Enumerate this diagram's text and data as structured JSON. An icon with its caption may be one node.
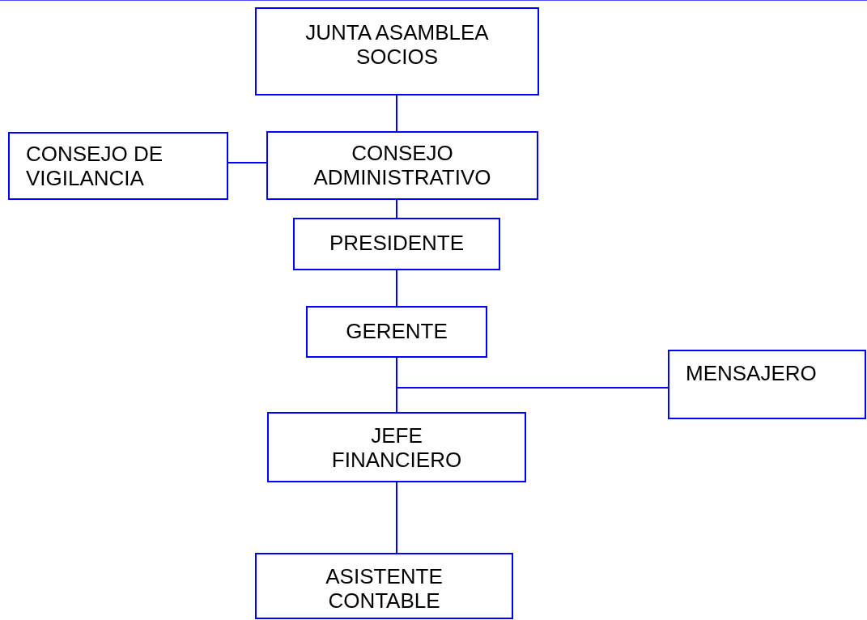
{
  "diagram": {
    "nodes": [
      {
        "text": [
          "JUNTA ASAMBLEA SOCIOS"
        ]
      },
      {
        "text": [
          "CONSEJO DE VIGILANCIA"
        ]
      },
      {
        "text": [
          "CONSEJO ADMINISTRATIVO"
        ]
      },
      {
        "text": [
          "PRESIDENTE"
        ]
      },
      {
        "text": [
          "GERENTE"
        ]
      },
      {
        "text": [
          "MENSAJERO"
        ]
      },
      {
        "text": [
          "JEFE FINANCIERO"
        ]
      },
      {
        "text": [
          "ASISTENTE CONTABLE"
        ]
      }
    ],
    "edges": [
      {
        "from": 0,
        "to": 2,
        "arrow": "none"
      },
      {
        "from": 1,
        "to": 2,
        "arrow": "none"
      },
      {
        "from": 2,
        "to": 3,
        "arrow": "none"
      },
      {
        "from": 3,
        "to": 4,
        "arrow": "none"
      },
      {
        "from": 4,
        "to": 6,
        "arrow": "none"
      },
      {
        "from": 4,
        "to": 5,
        "arrow": "none"
      },
      {
        "from": 6,
        "to": 7,
        "arrow": "none"
      }
    ]
  }
}
